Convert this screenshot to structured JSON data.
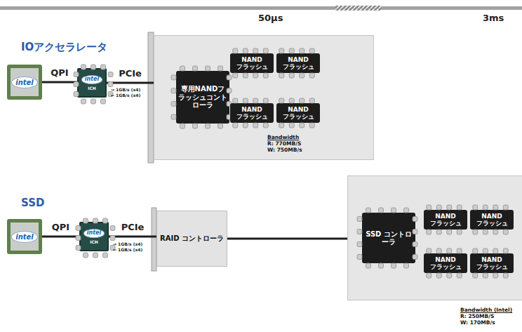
{
  "diagram": {
    "nodes": [
      {
        "text": [
          "intel"
        ]
      },
      {
        "text": [
          "intel",
          "ICH"
        ]
      },
      {
        "text": [
          "Bandwidth",
          "R: 770MB/S",
          "W: 750MB/s"
        ]
      },
      {
        "text": [
          "専用NANDフラッシュコントローラ"
        ],
        "in": 2
      },
      {
        "text": [
          "NAND フラッシュ"
        ],
        "in": 2
      },
      {
        "text": [
          "NAND フラッシュ"
        ],
        "in": 2
      },
      {
        "text": [
          "NAND フラッシュ"
        ],
        "in": 2
      },
      {
        "text": [
          "NAND フラッシュ"
        ],
        "in": 2
      },
      {
        "text": [
          "intel"
        ]
      },
      {
        "text": [
          "intel",
          "ICH"
        ]
      },
      {
        "text": [
          "RAID コントローラ"
        ]
      },
      {
        "text": [
          "Bandwidth (Intel)",
          "R: 250MB/S",
          "W: 170MB/s"
        ]
      },
      {
        "text": [
          "SSD コントローラ"
        ],
        "in": 11
      },
      {
        "text": [
          "NAND フラッシュ"
        ],
        "in": 11
      },
      {
        "text": [
          "NAND フラッシュ"
        ],
        "in": 11
      },
      {
        "text": [
          "NAND フラッシュ"
        ],
        "in": 11
      },
      {
        "text": [
          "NAND フラッシュ"
        ],
        "in": 11
      }
    ],
    "edges": [
      {
        "from": 0,
        "to": 1,
        "label": "QPI",
        "arrow": "none"
      },
      {
        "from": 1,
        "to": 2,
        "label": "PCIe",
        "arrow": "none"
      },
      {
        "from": 8,
        "to": 9,
        "label": "QPI",
        "arrow": "none"
      },
      {
        "from": 9,
        "to": 10,
        "label": "PCIe",
        "arrow": "none"
      },
      {
        "from": 10,
        "to": 11,
        "arrow": "none"
      }
    ],
    "labels": [
      "IOアクセラレータ",
      "SSD",
      "50μs",
      "3ms",
      "→ 1GB/s (x4)",
      "← 1GB/s (x4)",
      "→ 1GB/s (x4)",
      "← 1GB/s (x4)"
    ]
  }
}
